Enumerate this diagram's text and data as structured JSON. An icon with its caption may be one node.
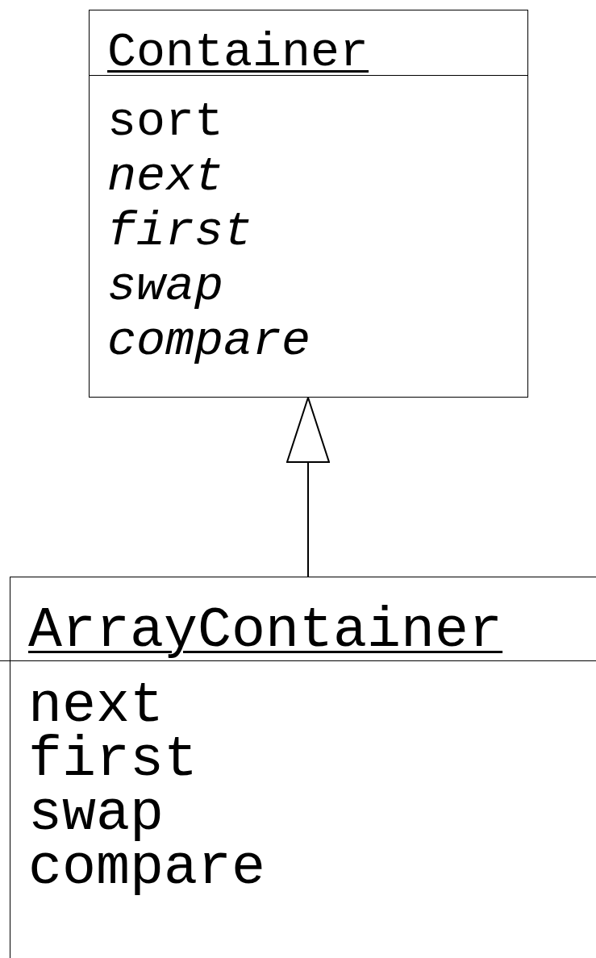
{
  "diagram": {
    "nodes": [
      {
        "text": [
          "Container",
          "sort",
          "next",
          "first",
          "swap",
          "compare"
        ]
      },
      {
        "text": [
          "ArrayContainer",
          "next",
          "first",
          "swap",
          "compare"
        ]
      }
    ],
    "edges": [
      {
        "from": 1,
        "to": 0,
        "arrow": "to"
      }
    ]
  }
}
